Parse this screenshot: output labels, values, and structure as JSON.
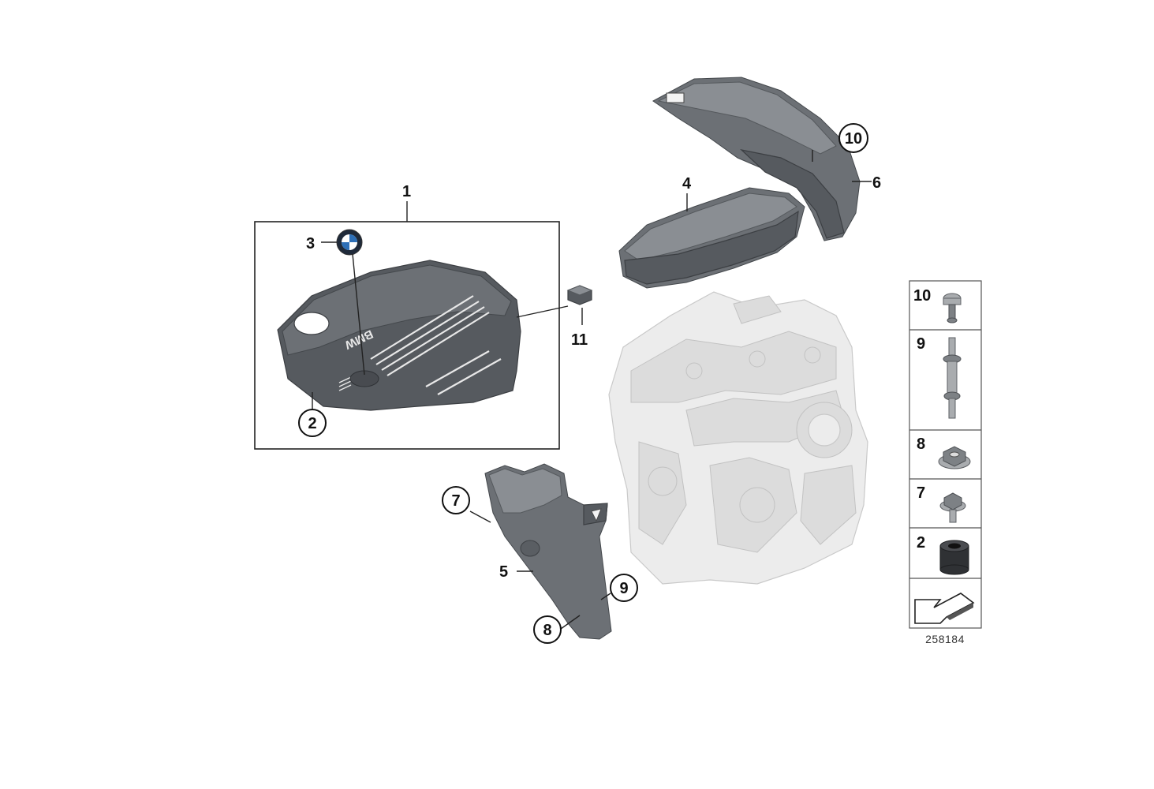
{
  "callouts": {
    "c1": "1",
    "c2": "2",
    "c3": "3",
    "c4": "4",
    "c5": "5",
    "c6": "6",
    "c7": "7",
    "c8": "8",
    "c9": "9",
    "c10": "10",
    "c11": "11"
  },
  "cover_logo_text": "BMW",
  "legend": {
    "rows": [
      "10",
      "9",
      "8",
      "7",
      "2"
    ]
  },
  "diagram_number": "258184"
}
